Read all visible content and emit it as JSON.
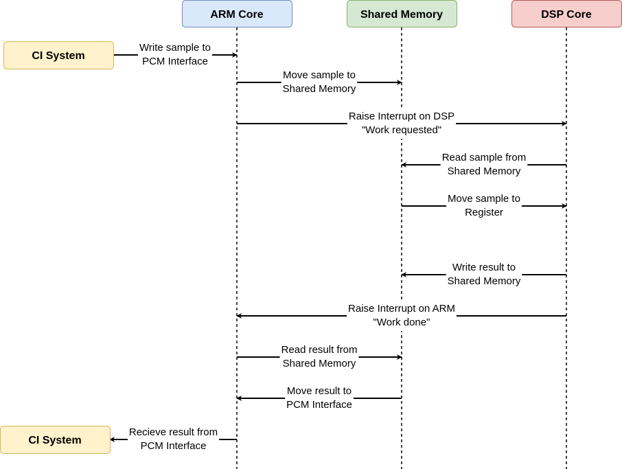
{
  "participants": [
    {
      "id": "arm",
      "label": "ARM Core",
      "fill": "#dae8fc",
      "stroke": "#6c8ebf"
    },
    {
      "id": "shm",
      "label": "Shared Memory",
      "fill": "#d5e8d4",
      "stroke": "#82b366"
    },
    {
      "id": "dsp",
      "label": "DSP Core",
      "fill": "#f8cecc",
      "stroke": "#b85450"
    }
  ],
  "external": {
    "label": "CI System",
    "fill": "#fff2cc",
    "stroke": "#d6b656"
  },
  "messages": [
    {
      "from": "ci",
      "to": "arm",
      "lines": [
        "Write sample to",
        "PCM Interface"
      ]
    },
    {
      "from": "arm",
      "to": "shm",
      "lines": [
        "Move sample to",
        "Shared Memory"
      ]
    },
    {
      "from": "arm",
      "to": "dsp",
      "lines": [
        "Raise Interrupt on DSP",
        "\"Work requested\""
      ]
    },
    {
      "from": "dsp",
      "to": "shm",
      "lines": [
        "Read sample from",
        "Shared Memory"
      ]
    },
    {
      "from": "shm",
      "to": "dsp",
      "lines": [
        "Move sample to",
        "Register"
      ]
    },
    {
      "from": "dsp",
      "to": "shm",
      "lines": [
        "Write result to",
        "Shared Memory"
      ]
    },
    {
      "from": "dsp",
      "to": "arm",
      "lines": [
        "Raise Interrupt on ARM",
        "\"Work done\""
      ]
    },
    {
      "from": "arm",
      "to": "shm",
      "lines": [
        "Read result from",
        "Shared Memory"
      ]
    },
    {
      "from": "shm",
      "to": "arm",
      "lines": [
        "Move result to",
        "PCM Interface"
      ]
    },
    {
      "from": "arm",
      "to": "ci",
      "lines": [
        "Recieve result from",
        "PCM Interface"
      ]
    }
  ]
}
